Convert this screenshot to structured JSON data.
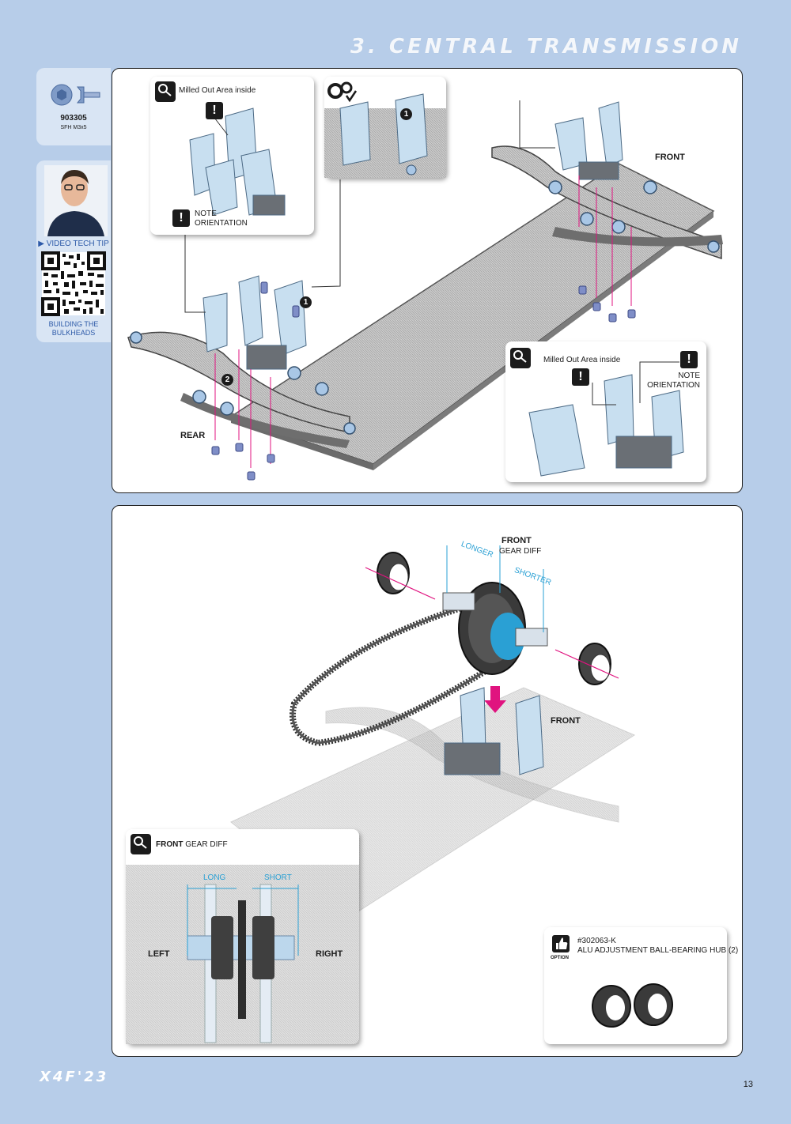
{
  "header": {
    "title": "3. CENTRAL TRANSMISSION"
  },
  "sidebar": {
    "part_number": "903305",
    "part_desc": "SFH M3x5",
    "video_tip_label": "VIDEO TECH TIP",
    "video_tip_title": "BUILDING THE BULKHEADS"
  },
  "panel_a": {
    "detail_top": {
      "milled_label": "Milled Out Area inside",
      "note_orientation": "NOTE\nORIENTATION"
    },
    "step_number": "1",
    "step_number_two": "2",
    "front_label": "FRONT",
    "rear_label": "REAR",
    "detail_bottom": {
      "milled_label": "Milled Out Area inside",
      "note_orientation": "NOTE\nORIENTATION"
    }
  },
  "panel_b": {
    "front_gear_diff_title": "FRONT",
    "front_gear_diff_sub": "GEAR DIFF",
    "longer_label": "LONGER",
    "shorter_label": "SHORTER",
    "front_label": "FRONT",
    "detail": {
      "title_bold": "FRONT",
      "title_rest": "GEAR DIFF",
      "long_label": "LONG",
      "short_label": "SHORT",
      "left_label": "LEFT",
      "right_label": "RIGHT"
    },
    "option": {
      "option_label": "OPTION",
      "part_number": "#302063-K",
      "part_desc": "ALU ADJUSTMENT BALL-BEARING HUB (2)"
    }
  },
  "footer": {
    "logo": "X4F'23",
    "page_number": "13"
  },
  "colors": {
    "background": "#b7cde9",
    "accent_blue": "#2aa0d4",
    "magenta": "#e0137f",
    "part_blue": "#c8dff0",
    "carbon": "#c9c9c9"
  }
}
